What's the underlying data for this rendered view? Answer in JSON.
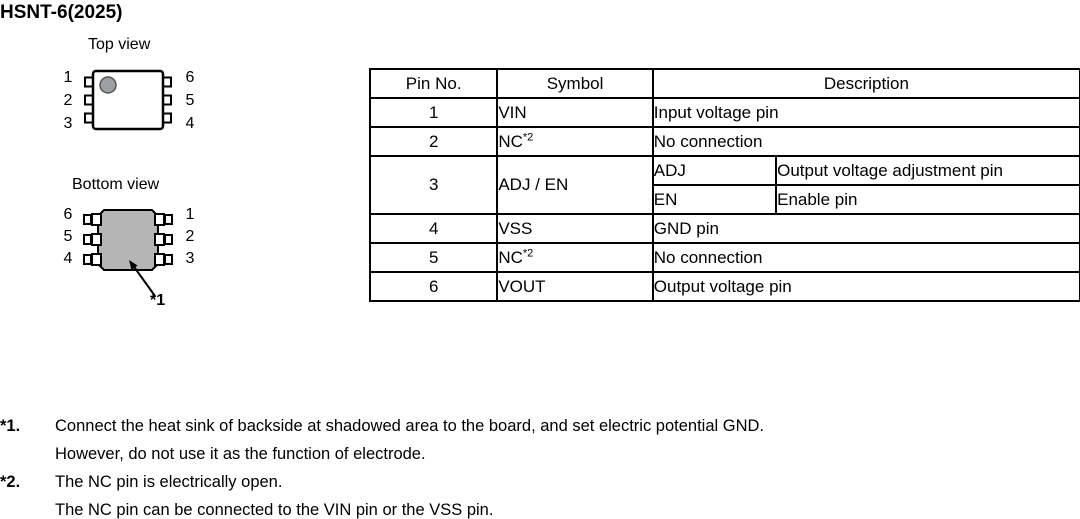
{
  "page": {
    "title": "HSNT-6(2025)"
  },
  "top_view": {
    "label": "Top view",
    "left_pins": [
      "1",
      "2",
      "3"
    ],
    "right_pins": [
      "6",
      "5",
      "4"
    ]
  },
  "bottom_view": {
    "label": "Bottom view",
    "left_pins": [
      "6",
      "5",
      "4"
    ],
    "right_pins": [
      "1",
      "2",
      "3"
    ],
    "pad_marker": "*1"
  },
  "pin_table": {
    "headers": [
      "Pin No.",
      "Symbol",
      "Description"
    ],
    "rows": [
      {
        "pin": "1",
        "symbol": "VIN",
        "symbol_sup": "",
        "desc": "Input voltage pin"
      },
      {
        "pin": "2",
        "symbol": "NC",
        "symbol_sup": "*2",
        "desc": "No connection"
      },
      {
        "pin": "3",
        "symbol": "ADJ / EN",
        "symbol_sup": "",
        "sub": [
          {
            "label": "ADJ",
            "desc": "Output voltage adjustment pin"
          },
          {
            "label": "EN",
            "desc": "Enable pin"
          }
        ]
      },
      {
        "pin": "4",
        "symbol": "VSS",
        "symbol_sup": "",
        "desc": "GND pin"
      },
      {
        "pin": "5",
        "symbol": "NC",
        "symbol_sup": "*2",
        "desc": "No connection"
      },
      {
        "pin": "6",
        "symbol": "VOUT",
        "symbol_sup": "",
        "desc": "Output voltage pin"
      }
    ]
  },
  "footnotes": [
    {
      "marker": "*1.",
      "lines": [
        "Connect the heat sink of backside at shadowed area to the board, and set electric potential GND.",
        "However, do not use it as the function of electrode."
      ]
    },
    {
      "marker": "*2.",
      "lines": [
        "The NC pin is electrically open.",
        "The NC pin can be connected to the VIN pin or the VSS pin."
      ]
    }
  ],
  "colors": {
    "pad_fill": "#b5b5b5",
    "marker_fill": "#9aa0a6",
    "border": "#000000"
  }
}
